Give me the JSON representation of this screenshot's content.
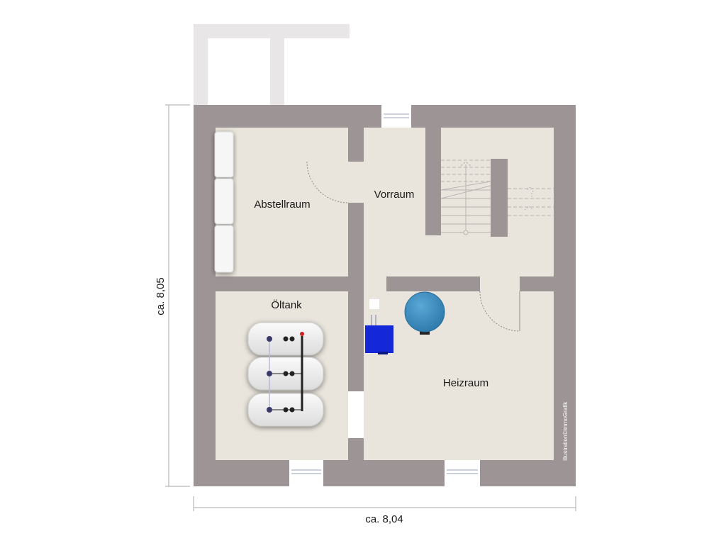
{
  "rooms": {
    "abstellraum": "Abstellraum",
    "vorraum": "Vorraum",
    "oeltank": "Öltank",
    "heizraum": "Heizraum"
  },
  "dimensions": {
    "height": "ca. 8,05",
    "width": "ca. 8,04"
  },
  "credit": "Illustration©immoGrafik",
  "colors": {
    "wall": "#9d9496",
    "floor": "#e9e5dc",
    "terrace": "#e8e6e6",
    "tank": "#3d8fbf",
    "burner": "#1428d8",
    "background": "#ffffff"
  }
}
